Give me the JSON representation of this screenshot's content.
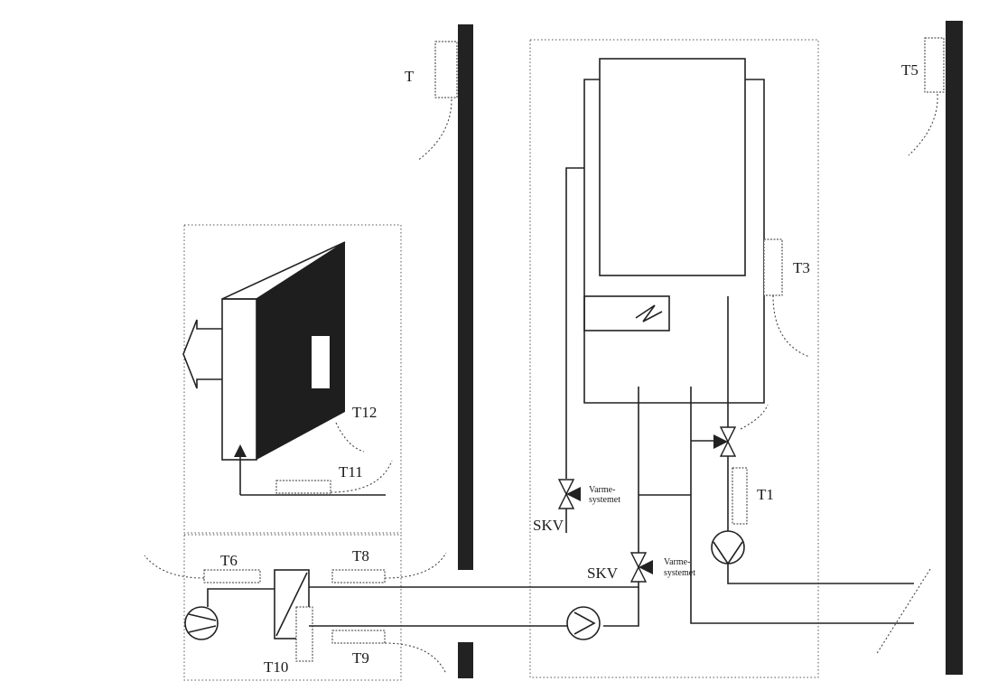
{
  "labels": {
    "T": "T",
    "T1": "T1",
    "T3": "T3",
    "T5": "T5",
    "T6": "T6",
    "T8": "T8",
    "T9": "T9",
    "T10": "T10",
    "T11": "T11",
    "T12": "T12",
    "skv_upper": "SKV",
    "skv_lower": "SKV",
    "varme_upper_line1": "Varme-",
    "varme_upper_line2": "systemet",
    "varme_lower_line1": "Varme-",
    "varme_lower_line2": "systemet"
  },
  "colors": {
    "ink": "#222222",
    "wall": "#222222",
    "background": "#ffffff"
  },
  "icons": {
    "fan": "fan-arrow-icon",
    "compressor": "compressor-icon",
    "heat_exchanger": "heat-exchanger-icon",
    "circulation_pump": "pump-icon",
    "three_way_valve": "valve-icon",
    "electric_heater": "heater-icon"
  }
}
